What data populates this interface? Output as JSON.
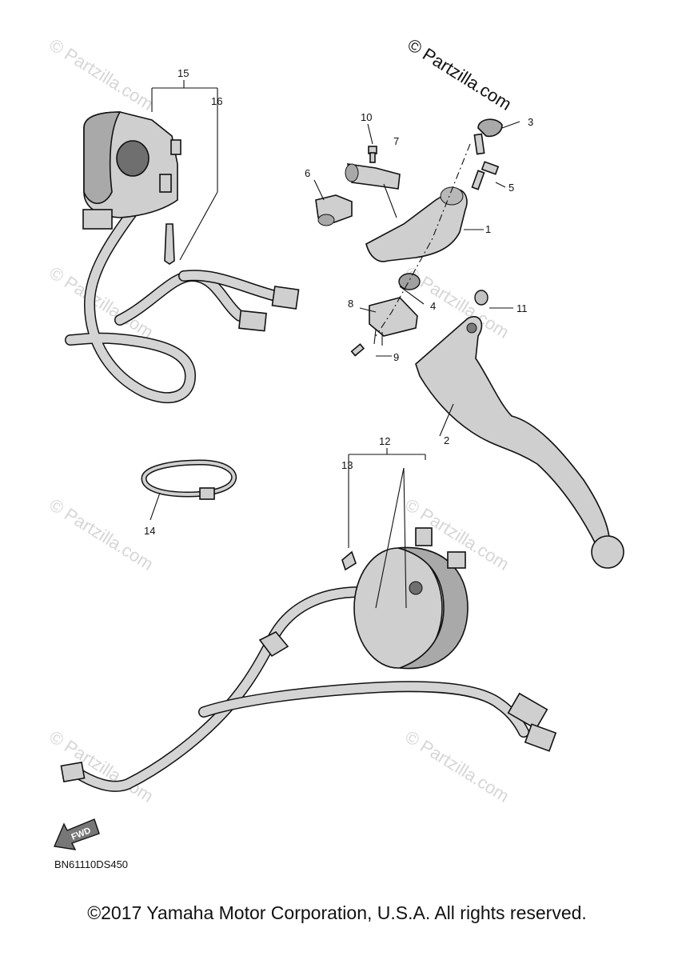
{
  "watermark_main": "© Partzilla.com",
  "watermark_faint": "© Partzilla.com",
  "diagram_code": "BN61110DS450",
  "fwd_label": "FWD",
  "copyright": "©2017 Yamaha Motor Corporation, U.S.A. All rights reserved.",
  "callouts": [
    "1",
    "2",
    "3",
    "4",
    "5",
    "6",
    "7",
    "8",
    "9",
    "10",
    "11",
    "12",
    "13",
    "14",
    "15",
    "16"
  ]
}
